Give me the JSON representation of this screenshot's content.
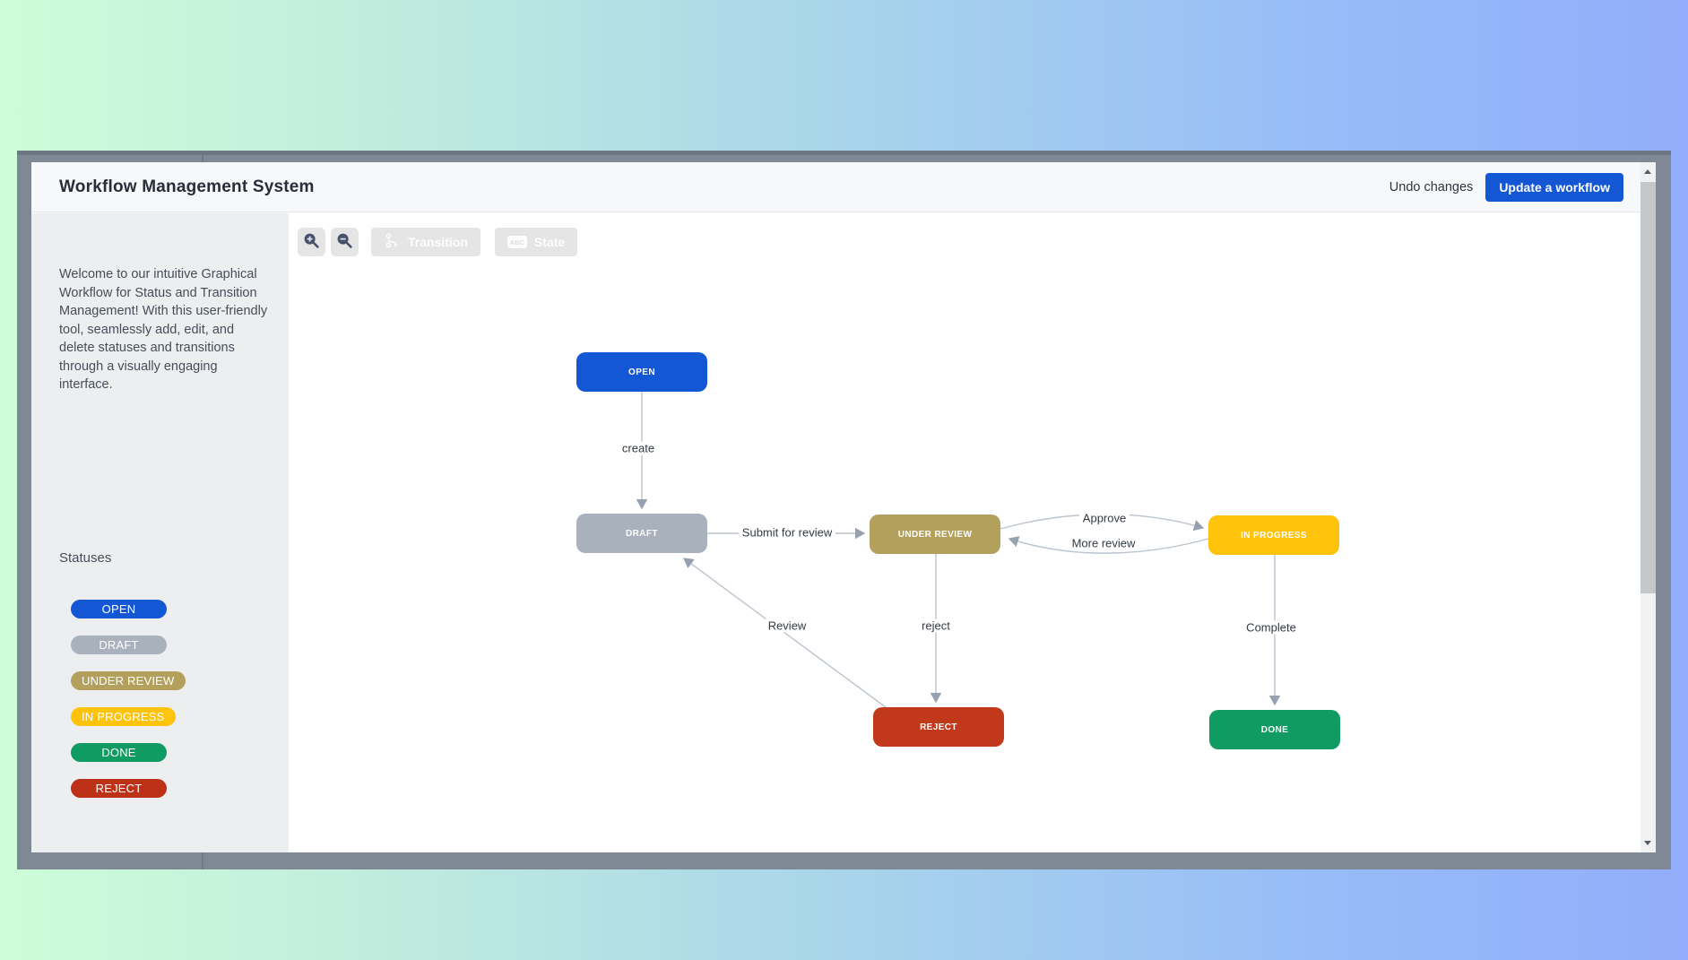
{
  "header": {
    "title": "Workflow Management System",
    "undo_label": "Undo changes",
    "update_button_label": "Update a workflow",
    "accent_color": "#1357d5"
  },
  "sidebar": {
    "welcome_text": "Welcome to our intuitive Graphical Workflow for Status and Transition Management! With this user-friendly tool, seamlessly add, edit, and delete statuses and transitions through a visually engaging interface.",
    "statuses_heading": "Statuses",
    "statuses": [
      {
        "label": "OPEN",
        "color": "#1357d5"
      },
      {
        "label": "DRAFT",
        "color": "#a9b1bd"
      },
      {
        "label": "UNDER REVIEW",
        "color": "#b3a05c"
      },
      {
        "label": "IN PROGRESS",
        "color": "#ffc30b"
      },
      {
        "label": "DONE",
        "color": "#0f9b62"
      },
      {
        "label": "REJECT",
        "color": "#bd3118"
      }
    ]
  },
  "toolbar": {
    "zoom_in_icon": "magnifier-plus",
    "zoom_out_icon": "magnifier-minus",
    "transition_label": "Transition",
    "state_label": "State",
    "state_icon_text": "ABC"
  },
  "diagram": {
    "nodes": [
      {
        "id": "open",
        "label": "OPEN",
        "color": "#1357d5"
      },
      {
        "id": "draft",
        "label": "DRAFT",
        "color": "#a9b1bd"
      },
      {
        "id": "under-review",
        "label": "UNDER REVIEW",
        "color": "#b3a05c"
      },
      {
        "id": "in-progress",
        "label": "IN PROGRESS",
        "color": "#ffc30b"
      },
      {
        "id": "reject",
        "label": "REJECT",
        "color": "#c1391a"
      },
      {
        "id": "done",
        "label": "DONE",
        "color": "#0f9b62"
      }
    ],
    "edges": [
      {
        "from": "open",
        "to": "draft",
        "label": "create"
      },
      {
        "from": "draft",
        "to": "under-review",
        "label": "Submit for review"
      },
      {
        "from": "under-review",
        "to": "in-progress",
        "label": "Approve"
      },
      {
        "from": "in-progress",
        "to": "under-review",
        "label": "More review"
      },
      {
        "from": "under-review",
        "to": "reject",
        "label": "reject"
      },
      {
        "from": "reject",
        "to": "draft",
        "label": "Review"
      },
      {
        "from": "in-progress",
        "to": "done",
        "label": "Complete"
      }
    ]
  }
}
